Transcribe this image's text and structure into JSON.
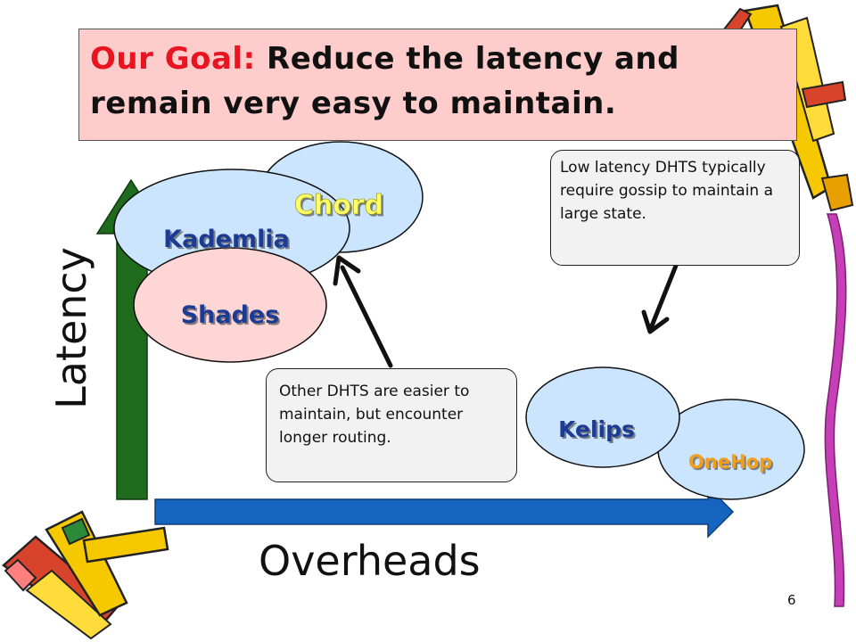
{
  "goal": {
    "lead": "Our Goal:",
    "text": " Reduce the latency and remain very easy to maintain."
  },
  "callouts": {
    "low_latency": "Low latency DHTS typically require gossip to maintain a large state.",
    "other_dhts": "Other DHTS are easier to maintain, but encounter longer routing."
  },
  "axes": {
    "y_label": "Latency",
    "x_label": "Overheads"
  },
  "dhts": {
    "chord": "Chord",
    "kademlia": "Kademlia",
    "shades": "Shades",
    "kelips": "Kelips",
    "onehop": "OneHop"
  },
  "slide_number": "6",
  "colors": {
    "goal_background": "#ffcccc",
    "goal_lead": "#e8141f",
    "y_arrow": "#1e6b1e",
    "x_arrow": "#1565c0",
    "ellipse_blue": "#cce5ff",
    "ellipse_pink": "#ffd6d6",
    "chord_text": "#ffff66",
    "dht_text": "#1f3a93",
    "onehop_text": "#f2a01a"
  },
  "decorations": {
    "top_right": "pencil-cluster-icon",
    "bottom_left": "pencil-cluster-icon"
  }
}
